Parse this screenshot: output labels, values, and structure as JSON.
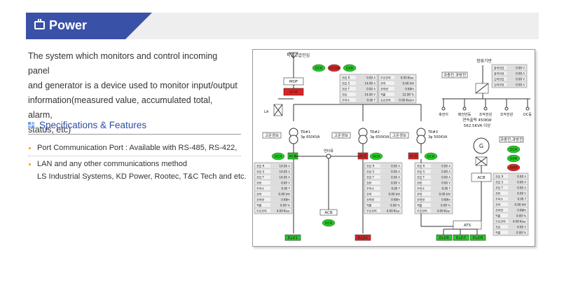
{
  "header": {
    "title": "Power",
    "icon": "battery-icon",
    "accent": "#3a51a8"
  },
  "intro": {
    "lines": [
      "The system which monitors and control incoming panel",
      "and generator is a device used to monitor input/output",
      "information(measured value, accumulated total, alarm,",
      "status, etc)"
    ]
  },
  "specs": {
    "title": "Specifications & Features",
    "items": [
      "Port Communication Port : Available with RS-485, RS-422,",
      "LAN and any other communications method",
      "LS Industrial Systems, KD Power, Rootec, T&C Tech and etc."
    ]
  },
  "diagram": {
    "incoming_label": "특별고압인입",
    "rectifier_label": "정류기반",
    "generator_label": "연속출력 450KW\n562.5KVA 이상",
    "mof": "MOF",
    "vcb": "VCB",
    "la": "LA",
    "tie_label": "연타목",
    "status_badges": {
      "ocr": "OCR",
      "ocgr": "OCGR",
      "uvr": "UVR",
      "acb": "ACB",
      "ovr": "OVR",
      "amp": "AMP",
      "ats": "ATS"
    },
    "transformers": [
      "TR#1\n3φ 650KVA",
      "TR#2\n3φ 650KVA",
      "TR#3\n3φ 500KVA"
    ],
    "feeders": [
      "ELD1",
      "ELD1",
      "ELD6",
      "ELD7",
      "ELD8"
    ],
    "meter_rows": [
      "전압 R",
      "전압 S",
      "전압 T",
      "전류",
      "주파수",
      "전력",
      "전력량",
      "역률",
      "무효전력"
    ],
    "meter_values": [
      "14.00 A",
      "14.00 A",
      "14.00 A",
      "0.00 V",
      "0.00 F",
      "0.00 kW",
      "0 KWh",
      "0.00 %",
      "4.00 Kvar"
    ],
    "top_meter_rows": [
      "전압 R",
      "전압 S",
      "전압 T",
      "전압",
      "주파수",
      "무효전력",
      "전력",
      "전력량",
      "역률",
      "유효전력"
    ],
    "top_meter_values": [
      "0.00 A",
      "14.00 A",
      "0.00 A",
      "14.00 V",
      "0.00 F",
      "0.00 Kvar",
      "0.00 kW",
      "0 KWh",
      "12.00 %",
      "0.00 Kvarh"
    ],
    "rect_rows": [
      "출력전압",
      "출력전류",
      "입력전압",
      "입력전류"
    ],
    "rect_values": [
      "0.00 V",
      "0.00 A",
      "0.00 V",
      "0.00 A"
    ],
    "rect_loads": [
      "축전지",
      "배전반등",
      "조작전원",
      "조작전원",
      "DC등"
    ],
    "alarm_label": "과충전,과방전",
    "gen_alarm": "과충전,과방전"
  }
}
